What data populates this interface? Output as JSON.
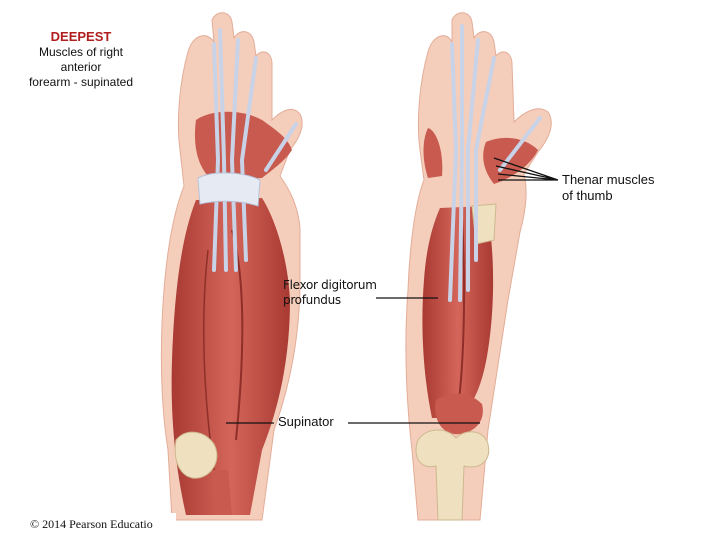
{
  "heading": {
    "title": "DEEPEST",
    "subtitle": "Muscles of right\nanterior\nforearm - supinated"
  },
  "labels": {
    "thenar": "Thenar muscles\nof thumb",
    "fdp": "Flexor digitorum\nprofundus",
    "supinator": "Supinator"
  },
  "copyright": "© 2014 Pearson Educatio",
  "colors": {
    "title": "#b01e1e",
    "muscle": "#c8554a",
    "tendon": "#c9d3e8",
    "bone": "#efe0bf",
    "skin": "#f2c7b4"
  }
}
